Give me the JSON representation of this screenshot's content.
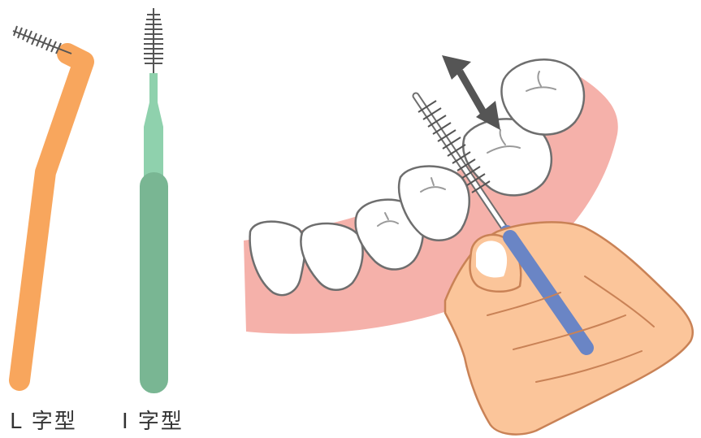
{
  "labels": {
    "l_type": "L 字型",
    "i_type": "I 字型"
  },
  "colors": {
    "l_brush_handle": "#F8A65D",
    "i_brush_neck": "#8FD1AD",
    "i_brush_handle": "#79B693",
    "gum": "#F5B1AA",
    "gum_edge": "#EE9A92",
    "tooth_fill": "#FFFFFF",
    "tooth_outline": "#6E6E6E",
    "hand_skin": "#FBC59A",
    "hand_outline": "#C98256",
    "grip_handle": "#6A85C5",
    "arrow": "#555555"
  },
  "icons": {
    "l_brush": "l-shaped-interdental-brush",
    "i_brush": "i-shaped-interdental-brush",
    "motion_arrow": "double-headed-arrow",
    "hand": "hand-holding-brush"
  }
}
